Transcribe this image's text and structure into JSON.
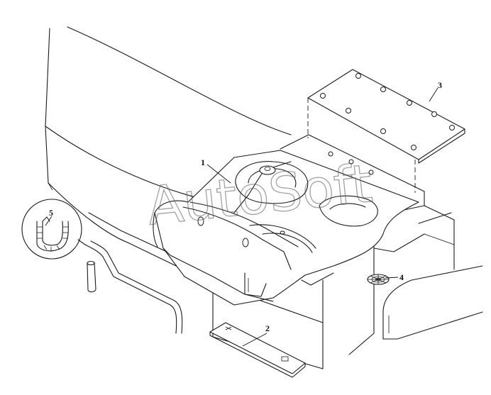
{
  "diagram": {
    "watermark": "AutoSoft",
    "callouts": [
      {
        "id": "1",
        "label": "1"
      },
      {
        "id": "2",
        "label": "2"
      },
      {
        "id": "3",
        "label": "3"
      },
      {
        "id": "4",
        "label": "4"
      },
      {
        "id": "5",
        "label": "5"
      }
    ]
  }
}
